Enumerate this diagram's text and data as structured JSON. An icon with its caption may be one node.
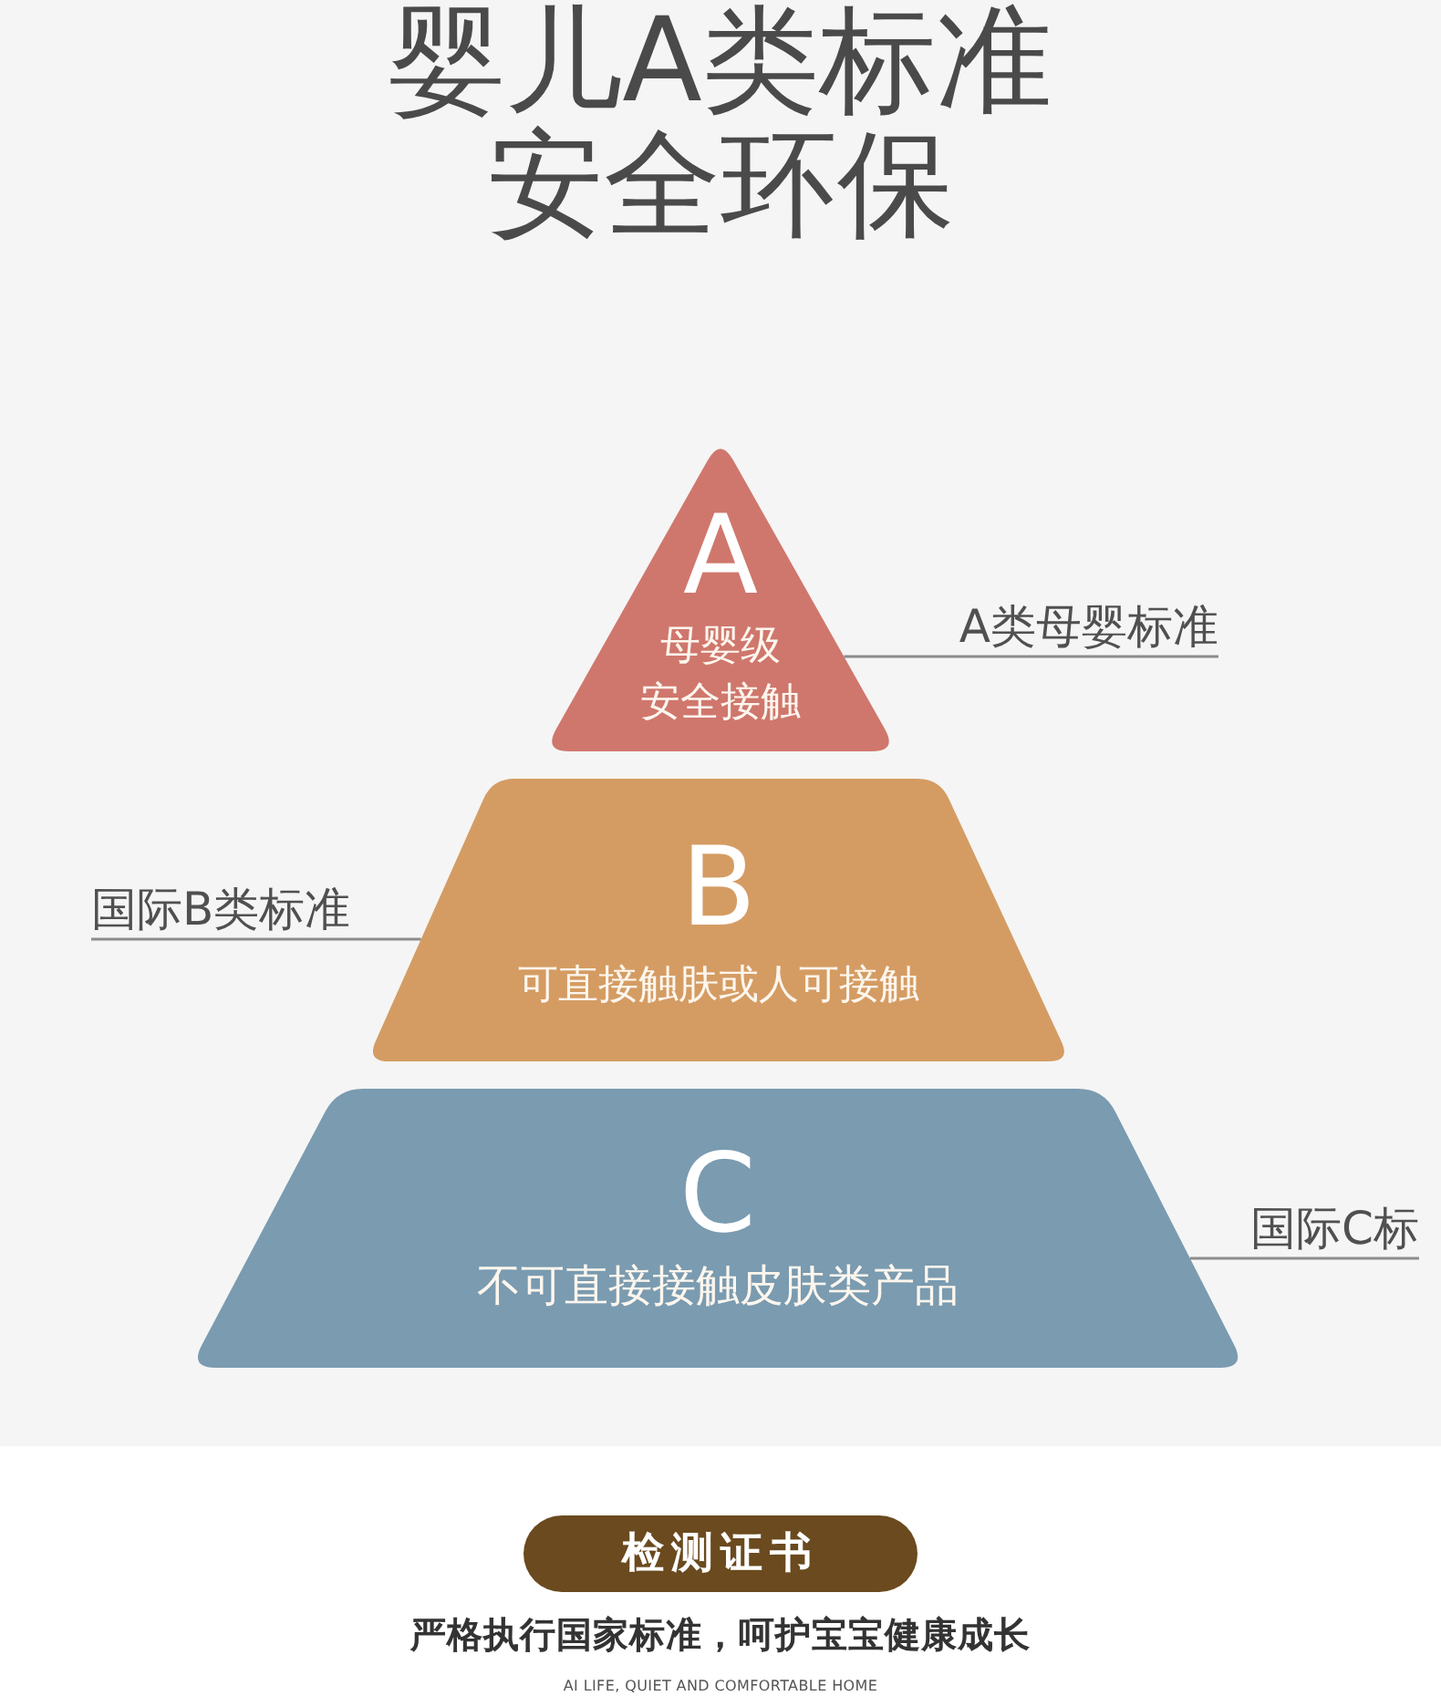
{
  "diagram": {
    "title": "婴儿A类标准安全环保",
    "nodes": [
      {
        "text": [
          "A",
          "母婴级安全接触"
        ]
      },
      {
        "text": [
          "A类母婴标准"
        ]
      },
      {
        "text": [
          "B",
          "可直接触肤或人可接触"
        ]
      },
      {
        "text": [
          "国际B类标准"
        ]
      },
      {
        "text": [
          "C",
          "不可直接接触皮肤类产品"
        ]
      },
      {
        "text": [
          "国际C标"
        ]
      },
      {
        "text": [
          "检测证书"
        ]
      }
    ],
    "edges": [
      {
        "from": 1,
        "to": 0,
        "arrow": "none"
      },
      {
        "from": 3,
        "to": 2,
        "arrow": "none"
      },
      {
        "from": 5,
        "to": 4,
        "arrow": "none"
      }
    ],
    "labels": [
      "严格执行国家标准，呵护宝宝健康成长",
      "AI LIFE, QUIET AND COMFORTABLE HOME"
    ]
  }
}
